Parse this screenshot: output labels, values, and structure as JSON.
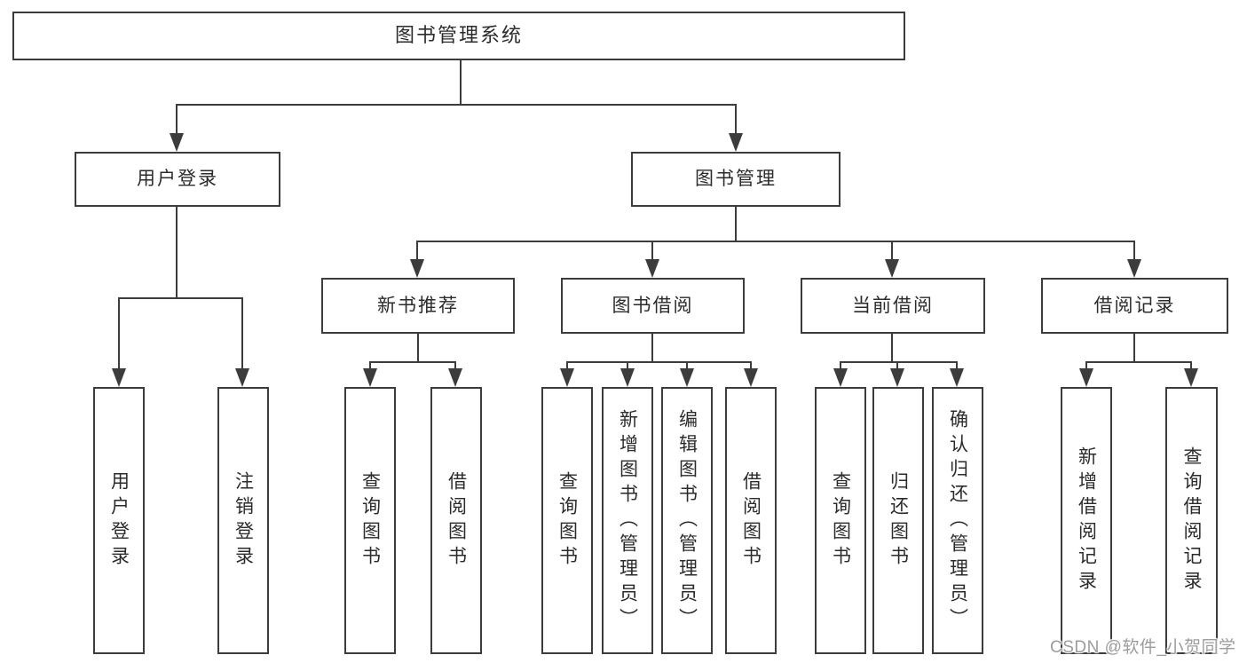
{
  "diagram": {
    "title_node": {
      "label": "图书管理系统"
    },
    "level2": [
      {
        "label": "用户登录"
      },
      {
        "label": "图书管理"
      }
    ],
    "level3": [
      {
        "label": "新书推荐"
      },
      {
        "label": "图书借阅"
      },
      {
        "label": "当前借阅"
      },
      {
        "label": "借阅记录"
      }
    ],
    "leaves": {
      "user_login": [
        "用户登录",
        "注销登录"
      ],
      "new_book": [
        "查询图书",
        "借阅图书"
      ],
      "book_borrow": [
        "查询图书",
        "新增图书（管理员）",
        "编辑图书（管理员）",
        "借阅图书"
      ],
      "current_borrow": [
        "查询图书",
        "归还图书",
        "确认归还（管理员）"
      ],
      "borrow_record": [
        "新增借阅记录",
        "查询借阅记录"
      ]
    }
  },
  "watermark": {
    "text": "CSDN @软件_小贺同学"
  },
  "colors": {
    "line": "#3c3c3c",
    "text": "#2b2b2b",
    "background": "#ffffff",
    "watermark": "#9c9c9c"
  }
}
